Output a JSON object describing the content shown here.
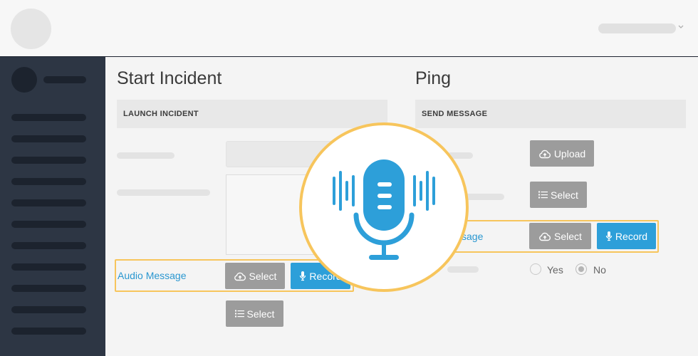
{
  "colors": {
    "accent": "#2d9fd9",
    "highlight": "#f7c55c",
    "sidebar": "#2d3644",
    "button_gray": "#9c9c9c"
  },
  "start_incident": {
    "title": "Start Incident",
    "header": "LAUNCH INCIDENT",
    "audio_label": "Audio Message",
    "select_label": "Select",
    "record_label": "Record",
    "select2_label": "Select"
  },
  "ping": {
    "title": "Ping",
    "header": "SEND MESSAGE",
    "upload_label": "Upload",
    "select_label": "Select",
    "audio_label_partial": "sage",
    "select2_label": "Select",
    "record_label": "Record",
    "yes_label": "Yes",
    "no_label": "No"
  },
  "icons": {
    "upload": "cloud-upload-icon",
    "list": "list-icon",
    "mic": "microphone-icon",
    "chevron": "chevron-down-icon"
  }
}
